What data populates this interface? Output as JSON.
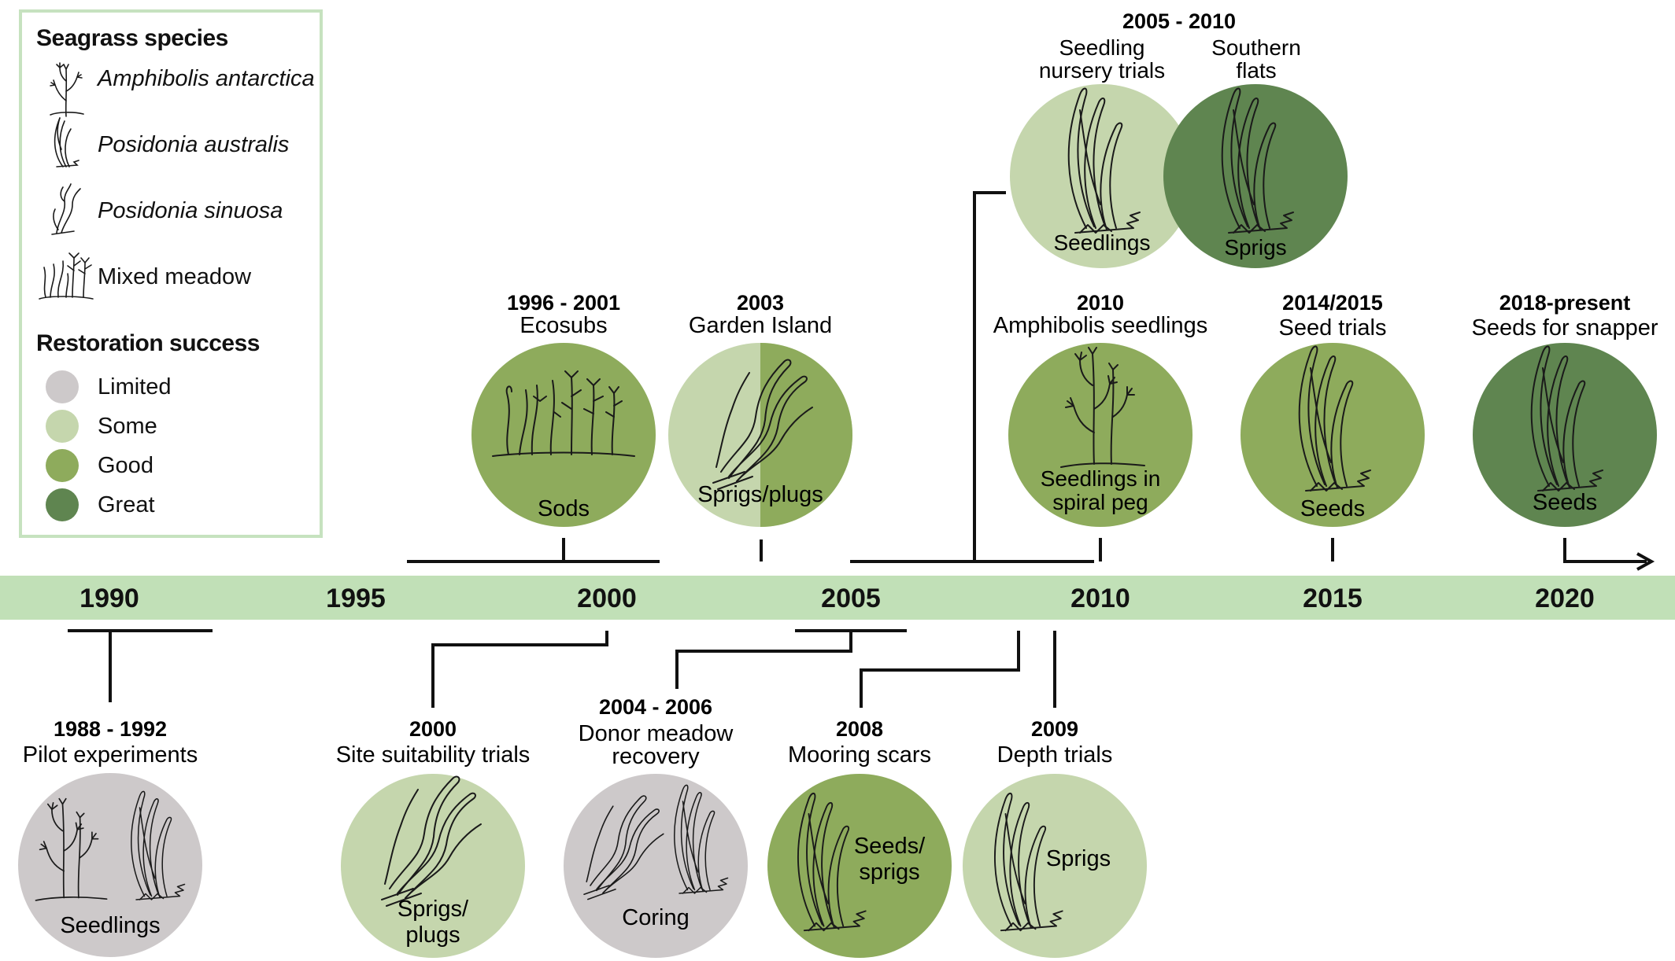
{
  "colors": {
    "band": "#c1e0b7",
    "connector": "#111111",
    "limited": "#cdc9ca",
    "some": "#c5d6ad",
    "good": "#8eab5c",
    "great": "#5f8550",
    "line_art": "#1a1a1a"
  },
  "legend": {
    "species_title": "Seagrass species",
    "species": [
      {
        "label": "Amphibolis antarctica",
        "icon": "amphibolis-icon",
        "italic": true
      },
      {
        "label": "Posidonia australis",
        "icon": "posidonia-australis-icon",
        "italic": true
      },
      {
        "label": "Posidonia sinuosa",
        "icon": "posidonia-sinuosa-icon",
        "italic": true
      },
      {
        "label": "Mixed meadow",
        "icon": "mixed-meadow-icon",
        "italic": false
      }
    ],
    "success_title": "Restoration success",
    "success": [
      {
        "label": "Limited",
        "level": "limited"
      },
      {
        "label": "Some",
        "level": "some"
      },
      {
        "label": "Good",
        "level": "good"
      },
      {
        "label": "Great",
        "level": "great"
      }
    ]
  },
  "timeline": {
    "years": [
      "1990",
      "1995",
      "2000",
      "2005",
      "2010",
      "2015",
      "2020"
    ]
  },
  "events": [
    {
      "id": "pilot",
      "years": "1988 - 1992",
      "title": "Pilot experiments",
      "circles": [
        {
          "label": "Seedlings",
          "fill": "limited",
          "icon": "mixed-meadow-icon"
        }
      ]
    },
    {
      "id": "ecosubs",
      "years": "1996 - 2001",
      "title": "Ecosubs",
      "circles": [
        {
          "label": "Sods",
          "fill": "good",
          "icon": "mixed-meadow-icon"
        }
      ]
    },
    {
      "id": "site-suitability",
      "years": "2000",
      "title": "Site suitability trials",
      "circles": [
        {
          "label": "Sprigs/\nplugs",
          "fill": "some",
          "icon": "posidonia-sinuosa-icon"
        }
      ]
    },
    {
      "id": "garden-island",
      "years": "2003",
      "title": "Garden Island",
      "circles": [
        {
          "label": "Sprigs/plugs",
          "fill": "some",
          "fill2": "good",
          "icon": "posidonia-sinuosa-icon"
        }
      ]
    },
    {
      "id": "donor-meadow",
      "years": "2004 - 2006",
      "title": "Donor meadow\nrecovery",
      "circles": [
        {
          "label": "Coring",
          "fill": "limited",
          "icon": "mixed-posidonia-icon"
        }
      ]
    },
    {
      "id": "nursery",
      "years": "2005 - 2010",
      "title": "",
      "circles": [
        {
          "title": "Seedling\nnursery trials",
          "label": "Seedlings",
          "fill": "some",
          "icon": "posidonia-australis-icon"
        },
        {
          "title": "Southern\nflats",
          "label": "Sprigs",
          "fill": "great",
          "icon": "posidonia-australis-icon"
        }
      ]
    },
    {
      "id": "mooring",
      "years": "2008",
      "title": "Mooring scars",
      "circles": [
        {
          "label": "Seeds/\nsprigs",
          "fill": "good",
          "icon": "posidonia-australis-icon"
        }
      ]
    },
    {
      "id": "depth",
      "years": "2009",
      "title": "Depth trials",
      "circles": [
        {
          "label": "Sprigs",
          "fill": "some",
          "icon": "posidonia-australis-icon"
        }
      ]
    },
    {
      "id": "amphibolis",
      "years": "2010",
      "title": "Amphibolis seedlings",
      "circles": [
        {
          "label": "Seedlings in\nspiral peg",
          "fill": "good",
          "icon": "amphibolis-icon"
        }
      ]
    },
    {
      "id": "seed-trials",
      "years": "2014/2015",
      "title": "Seed trials",
      "circles": [
        {
          "label": "Seeds",
          "fill": "good",
          "icon": "posidonia-australis-icon"
        }
      ]
    },
    {
      "id": "snapper",
      "years": "2018-present",
      "title": "Seeds for snapper",
      "circles": [
        {
          "label": "Seeds",
          "fill": "great",
          "icon": "posidonia-australis-icon"
        }
      ]
    }
  ]
}
